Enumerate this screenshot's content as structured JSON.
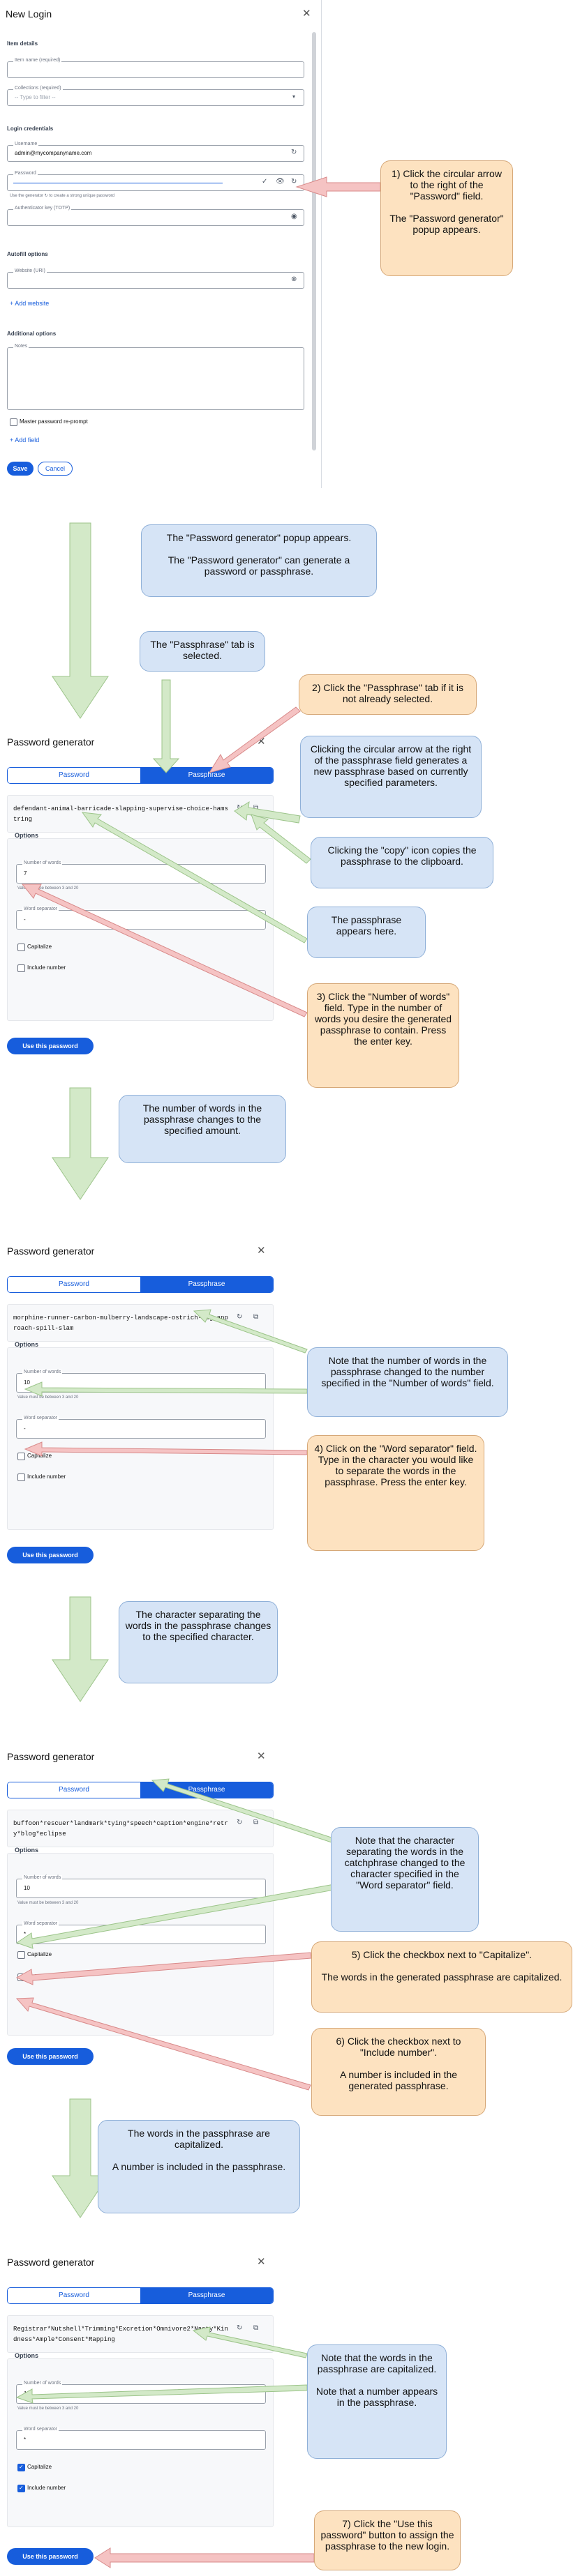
{
  "dialog": {
    "title": "New Login",
    "item_details": "Item details",
    "item_name_label": "Item name",
    "item_name_req": "(required)",
    "collections_label": "Collections",
    "collections_req": "(required)",
    "collections_placeholder": "-- Type to filter --",
    "login_credentials": "Login credentials",
    "username_label": "Username",
    "username_value": "admin@mycompanyname.com",
    "password_label": "Password",
    "password_hint": "Use the generator ↻ to create a strong unique password",
    "authenticator_label": "Authenticator key (TOTP)",
    "autofill_options": "Autofill options",
    "website_label": "Website (URI)",
    "add_website": "+ Add website",
    "additional_options": "Additional options",
    "notes_label": "Notes",
    "master_password_reprompt": "Master password re-prompt",
    "add_field": "+ Add field",
    "save": "Save",
    "cancel": "Cancel"
  },
  "generator": {
    "title": "Password generator",
    "tab_password": "Password",
    "tab_passphrase": "Passphrase",
    "options": "Options",
    "num_words_label": "Number of words",
    "num_words_hint": "Value must be between 3 and 20",
    "word_separator_label": "Word separator",
    "capitalize": "Capitalize",
    "include_number": "Include number",
    "use_button": "Use this password"
  },
  "panels": [
    {
      "passphrase": "defendant-animal-barricade-slapping-supervise-choice-hamstring",
      "num_words": "7",
      "separator": "-",
      "capitalize": false,
      "include_number": false
    },
    {
      "passphrase": "morphine-runner-carbon-mulberry-landscape-ostrich-rug-approach-spill-slam",
      "num_words": "10",
      "separator": "-",
      "capitalize": false,
      "include_number": false
    },
    {
      "passphrase": "buffoon*rescuer*landmark*tying*speech*caption*engine*retry*blog*eclipse",
      "num_words": "10",
      "separator": "*",
      "capitalize": false,
      "include_number": false
    },
    {
      "passphrase": "Registrar*Nutshell*Trimming*Excretion*Omnivore2*Nasty*Kindness*Ample*Consent*Rapping",
      "num_words": "10",
      "separator": "*",
      "capitalize": true,
      "include_number": true
    }
  ],
  "callouts": {
    "c1": "1) Click the circular arrow to the right of the \"Password\" field.\n\nThe \"Password generator\" popup appears.",
    "c_popup": "The \"Password generator\" popup appears.\n\nThe \"Password generator\" can generate a password or passphrase.",
    "c_tab": "The \"Passphrase\" tab is selected.",
    "c2": "2) Click the \"Passphrase\" tab if it is not already selected.",
    "c_arrow": "Clicking the circular arrow at the right of the passphrase field generates a new passphrase based on currently specified parameters.",
    "c_copy": "Clicking the \"copy\" icon copies the passphrase to the clipboard.",
    "c_appears": "The passphrase appears here.",
    "c3": "3) Click the \"Number of words\" field.  Type in the number of words you desire the generated passphrase to contain.  Press the enter key.",
    "c_changes": "The number of words in the passphrase changes to the specified amount.",
    "c_note_words": "Note that the number of words in the passphrase changed to the number specified in the \"Number of words\" field.",
    "c4": "4) Click on the \"Word separator\" field.  Type in the character you would like to separate the words in the passphrase.  Press the enter key.",
    "c_sep": "The character separating the words in the passphrase changes to the specified character.",
    "c_note_sep": "Note that the character separating the words in the catchphrase changed to the character specified in the \"Word separator\" field.",
    "c5": "5) Click the checkbox next to \"Capitalize\".\n\nThe words in the generated passphrase are capitalized.",
    "c6": "6) Click the checkbox next to \"Include number\".\n\nA number is included in the generated passphrase.",
    "c_cap": "The words in the passphrase are capitalized.\n\nA number is included in the passphrase.",
    "c_note_cap": "Note that the words in the passphrase are capitalized.\n\nNote that a number appears in the passphrase.",
    "c7": "7) Click the \"Use this password\" button to assign the passphrase to the new login."
  },
  "colors": {
    "accent": "#175ddc",
    "callout_blue": "#d6e4f6",
    "callout_orange": "#fde2c0",
    "arrow_green": "#d3e9c8",
    "arrow_red": "#f5c3c3"
  }
}
